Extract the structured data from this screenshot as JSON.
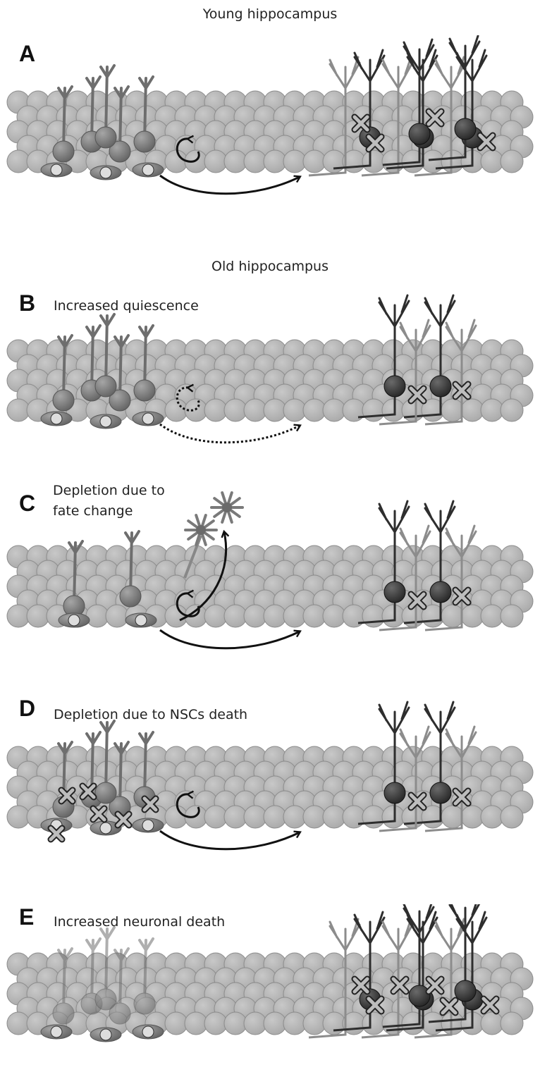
{
  "headings": {
    "young": "Young hippocampus",
    "old": "Old hippocampus"
  },
  "panels": [
    {
      "letter": "A",
      "caption": [],
      "state": "young-normal"
    },
    {
      "letter": "B",
      "caption": [
        "Increased quiescence"
      ],
      "state": "quiescence"
    },
    {
      "letter": "C",
      "caption": [
        "Depletion due to",
        "fate change"
      ],
      "state": "fate-change"
    },
    {
      "letter": "D",
      "caption": [
        "Depletion due to NSCs death"
      ],
      "state": "nsc-death"
    },
    {
      "letter": "E",
      "caption": [
        "Increased neuronal death"
      ],
      "state": "neuronal-death"
    }
  ],
  "colors": {
    "tissue": "#a9a9a9",
    "tissue_edge": "#8c8c8c",
    "stem_cell": "#7e7e7e",
    "neuron": "#3b3b3b",
    "neuron_light": "#8a8a8a",
    "dead_mark": "#bdbdbd"
  }
}
